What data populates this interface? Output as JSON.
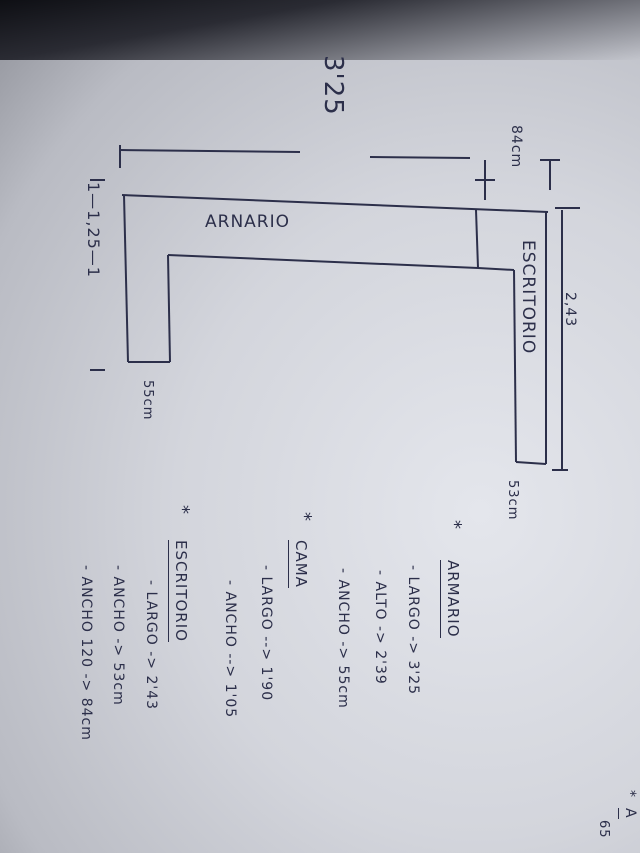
{
  "sketch": {
    "total_length": "3'25",
    "desk_depth_top": "84cm",
    "wardrobe_label": "ARNARIO",
    "desk_label": "ESCRITORIO",
    "desk_length": "2,43",
    "bottom_length": "1—1,25—1",
    "wardrobe_depth": "55cm",
    "desk_depth": "53cm"
  },
  "notes": {
    "sections": [
      {
        "title": "ARMARIO",
        "items": [
          "- LARGO -> 3'25",
          "- ALTO -> 2'39",
          "- ANCHO -> 55cm"
        ]
      },
      {
        "title": "CAMA",
        "items": [
          "- LARGO --> 1'90",
          "- ANCHO --> 1'05"
        ]
      },
      {
        "title": "ESCRITORIO",
        "items": [
          "- LARGO -> 2'43",
          "- ANCHO -> 53cm",
          "- ANCHO 120 -> 84cm"
        ]
      }
    ],
    "star": "*",
    "cut_off": {
      "title": "A",
      "value": "65"
    }
  },
  "colors": {
    "ink": "#2c2f4a",
    "background": "#d8dae0"
  }
}
